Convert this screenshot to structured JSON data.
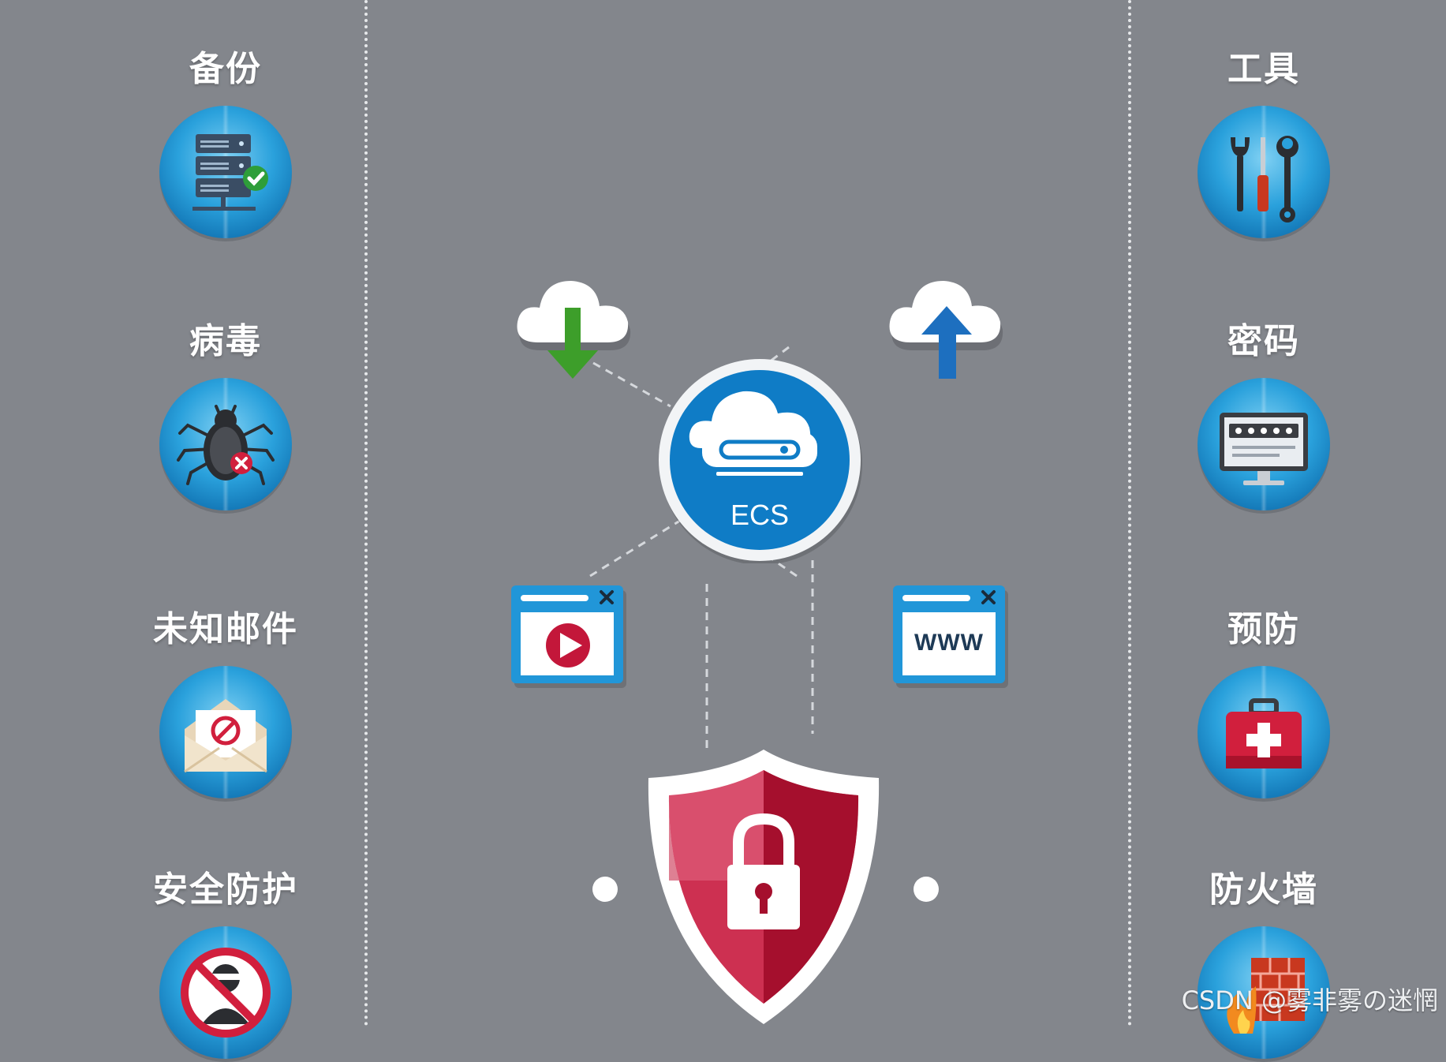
{
  "left_column": [
    {
      "label": "备份",
      "icon": "server-backup-icon"
    },
    {
      "label": "病毒",
      "icon": "virus-bug-icon"
    },
    {
      "label": "未知邮件",
      "icon": "blocked-mail-icon"
    },
    {
      "label": "安全防护",
      "icon": "no-thief-icon"
    }
  ],
  "right_column": [
    {
      "label": "工具",
      "icon": "tools-icon"
    },
    {
      "label": "密码",
      "icon": "password-monitor-icon"
    },
    {
      "label": "预防",
      "icon": "first-aid-kit-icon"
    },
    {
      "label": "防火墙",
      "icon": "firewall-icon"
    }
  ],
  "center": {
    "hub_label": "ECS",
    "web_label": "WWW"
  },
  "watermark": "CSDN @雾非雾の迷惘",
  "colors": {
    "background": "#83868c",
    "badge_blue": "#1a8fd4",
    "hub_blue": "#0f7cc6",
    "shield_red": "#c3173a",
    "download_green": "#3d9e2a",
    "upload_blue": "#1d6fbf"
  }
}
